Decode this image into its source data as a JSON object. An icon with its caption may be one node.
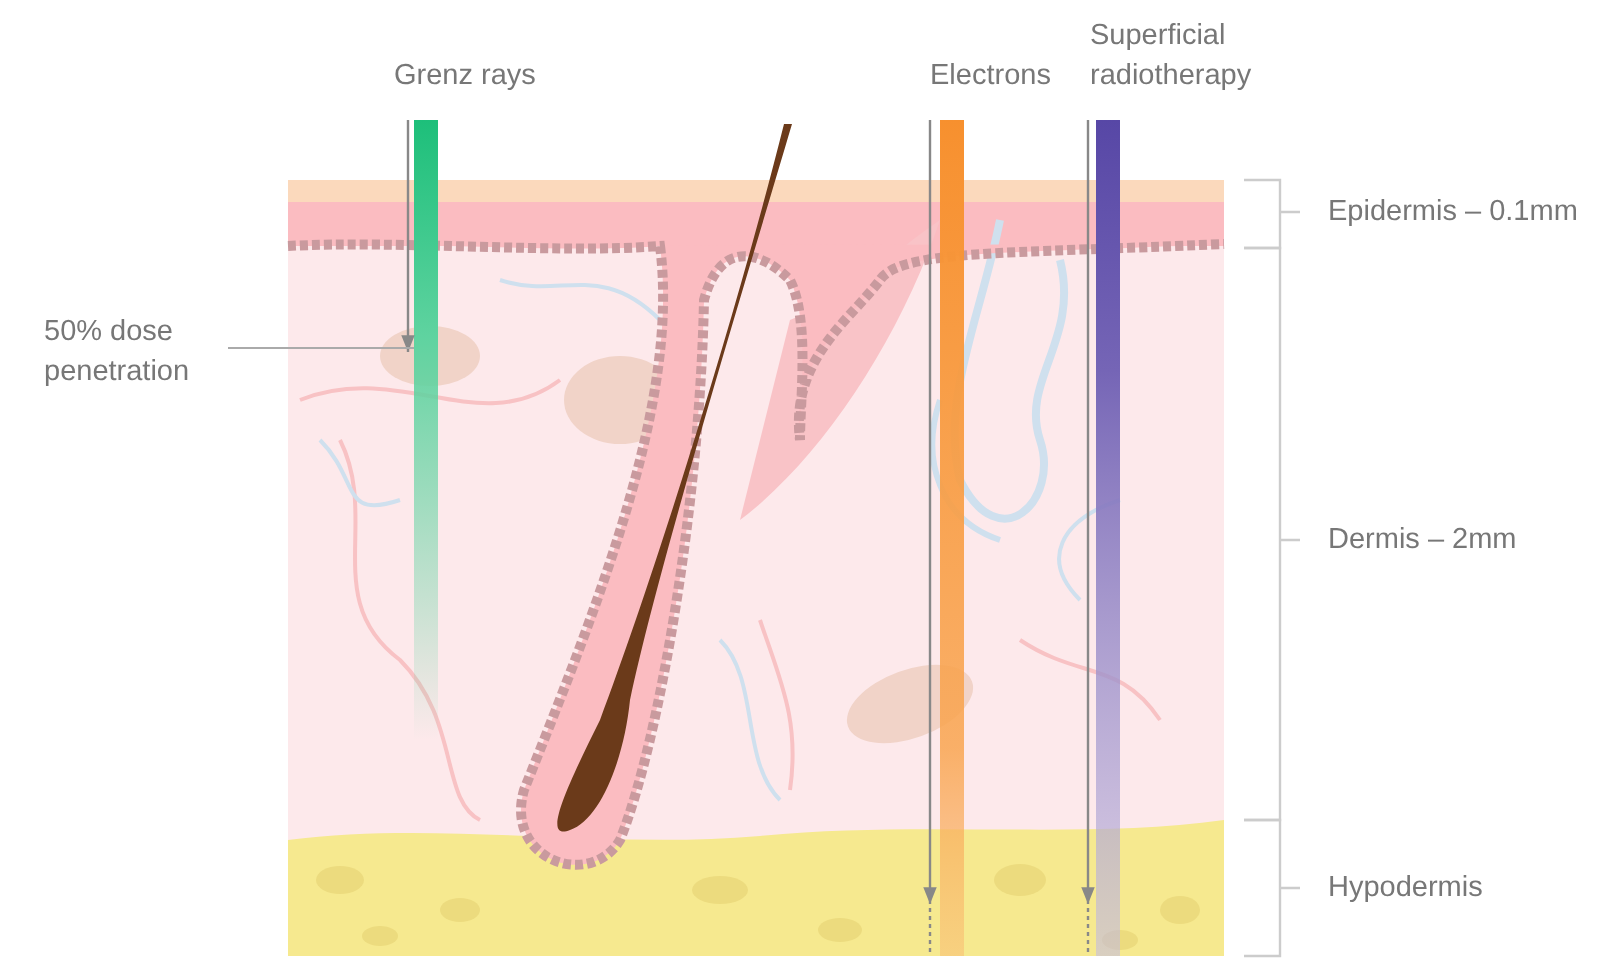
{
  "diagram": {
    "nodes": [
      {
        "text": [
          "50% dose penetration"
        ]
      },
      {
        "text": [],
        "shape": "bar"
      }
    ],
    "edges": [
      {
        "from": 0,
        "to": 1,
        "arrow": "none"
      }
    ],
    "labels": [
      "Grenz rays",
      "Electrons",
      "Superficial radiotherapy",
      "Epidermis – 0.1mm",
      "Dermis – 2mm",
      "Hypodermis"
    ]
  }
}
